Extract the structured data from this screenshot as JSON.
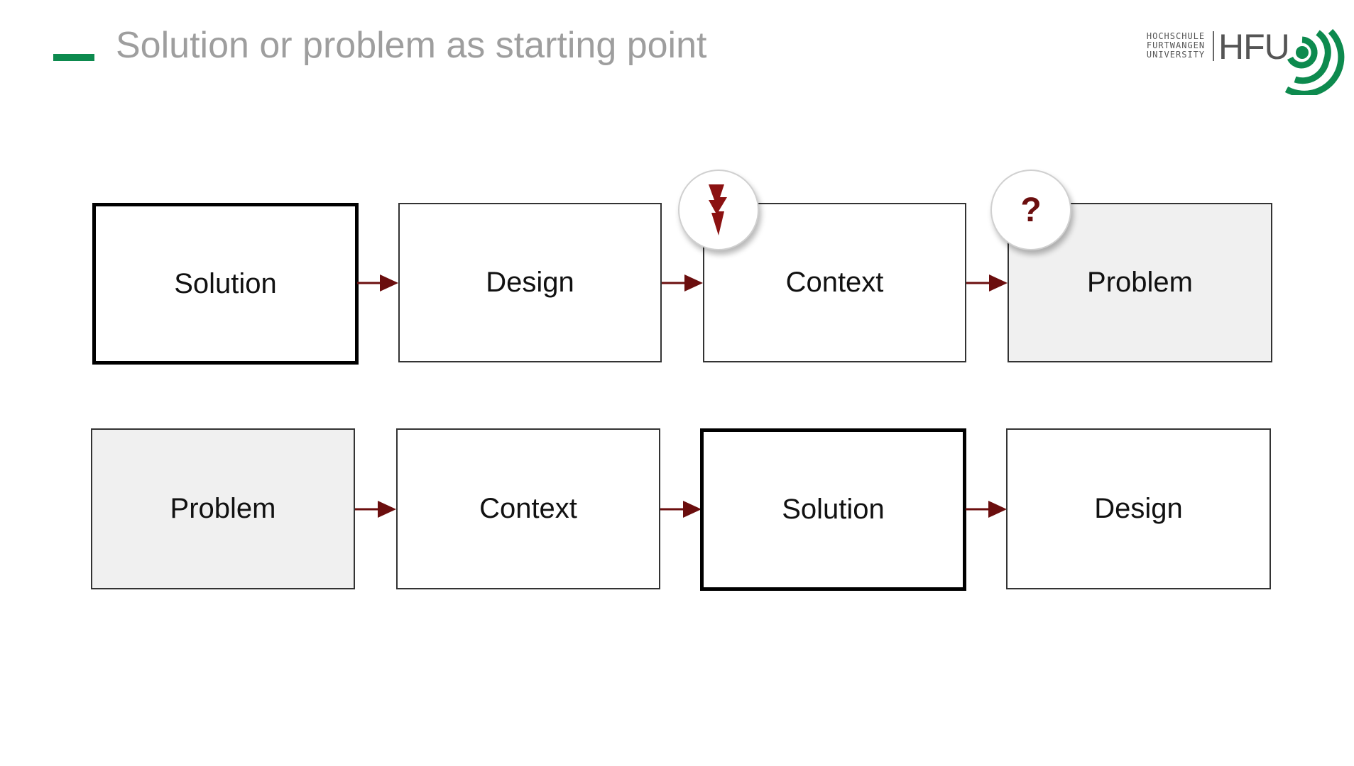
{
  "slide": {
    "title": "Solution or problem as starting point"
  },
  "logo": {
    "line1": "HOCHSCHULE",
    "line2": "FURTWANGEN",
    "line3": "UNIVERSITY",
    "abbreviation": "HFU"
  },
  "diagram": {
    "row1": [
      "Solution",
      "Design",
      "Context",
      "Problem"
    ],
    "row2": [
      "Problem",
      "Context",
      "Solution",
      "Design"
    ],
    "badges": {
      "lightning_icon": "lightning-icon",
      "question_mark": "?"
    }
  },
  "colors": {
    "accent_green": "#0d8a4e",
    "arrow_red": "#6b0e0e",
    "shaded_box": "#f0f0f0"
  }
}
